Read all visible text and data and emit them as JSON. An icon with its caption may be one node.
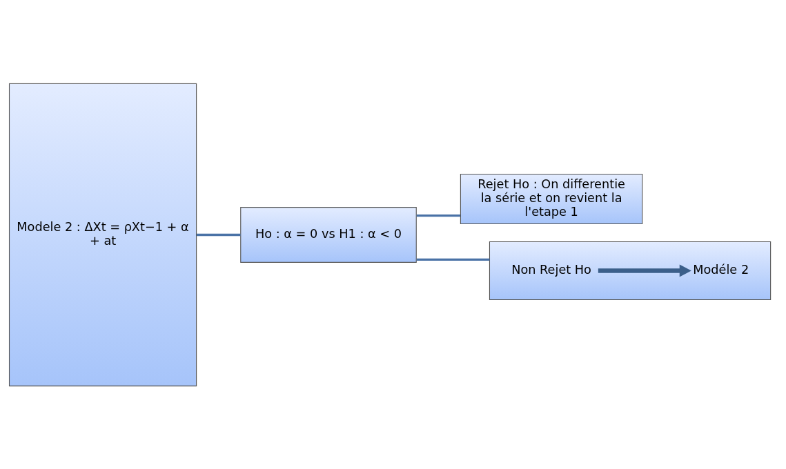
{
  "diagram": {
    "nodes": [
      {
        "text": [
          "Modele 2 : ΔXt = ρXt−1 + α + at"
        ]
      },
      {
        "text": [
          "Ho : α = 0 vs H1 : α < 0"
        ]
      },
      {
        "text": [
          "Rejet Ho : On differentie la série et on revient la l'etape 1"
        ]
      },
      {
        "text": [],
        "shape": "box"
      },
      {
        "text": [
          "Non Rejet Ho"
        ],
        "in": 3
      },
      {
        "text": [
          "Modéle 2"
        ],
        "in": 3
      }
    ],
    "edges": [
      {
        "from": 0,
        "to": 1,
        "arrow": "none"
      },
      {
        "from": 1,
        "to": 2,
        "arrow": "none"
      },
      {
        "from": 1,
        "to": 3,
        "arrow": "none"
      },
      {
        "from": 4,
        "to": 5,
        "arrow": "to",
        "style": "thick",
        "color": "#3b5f8a"
      }
    ]
  }
}
